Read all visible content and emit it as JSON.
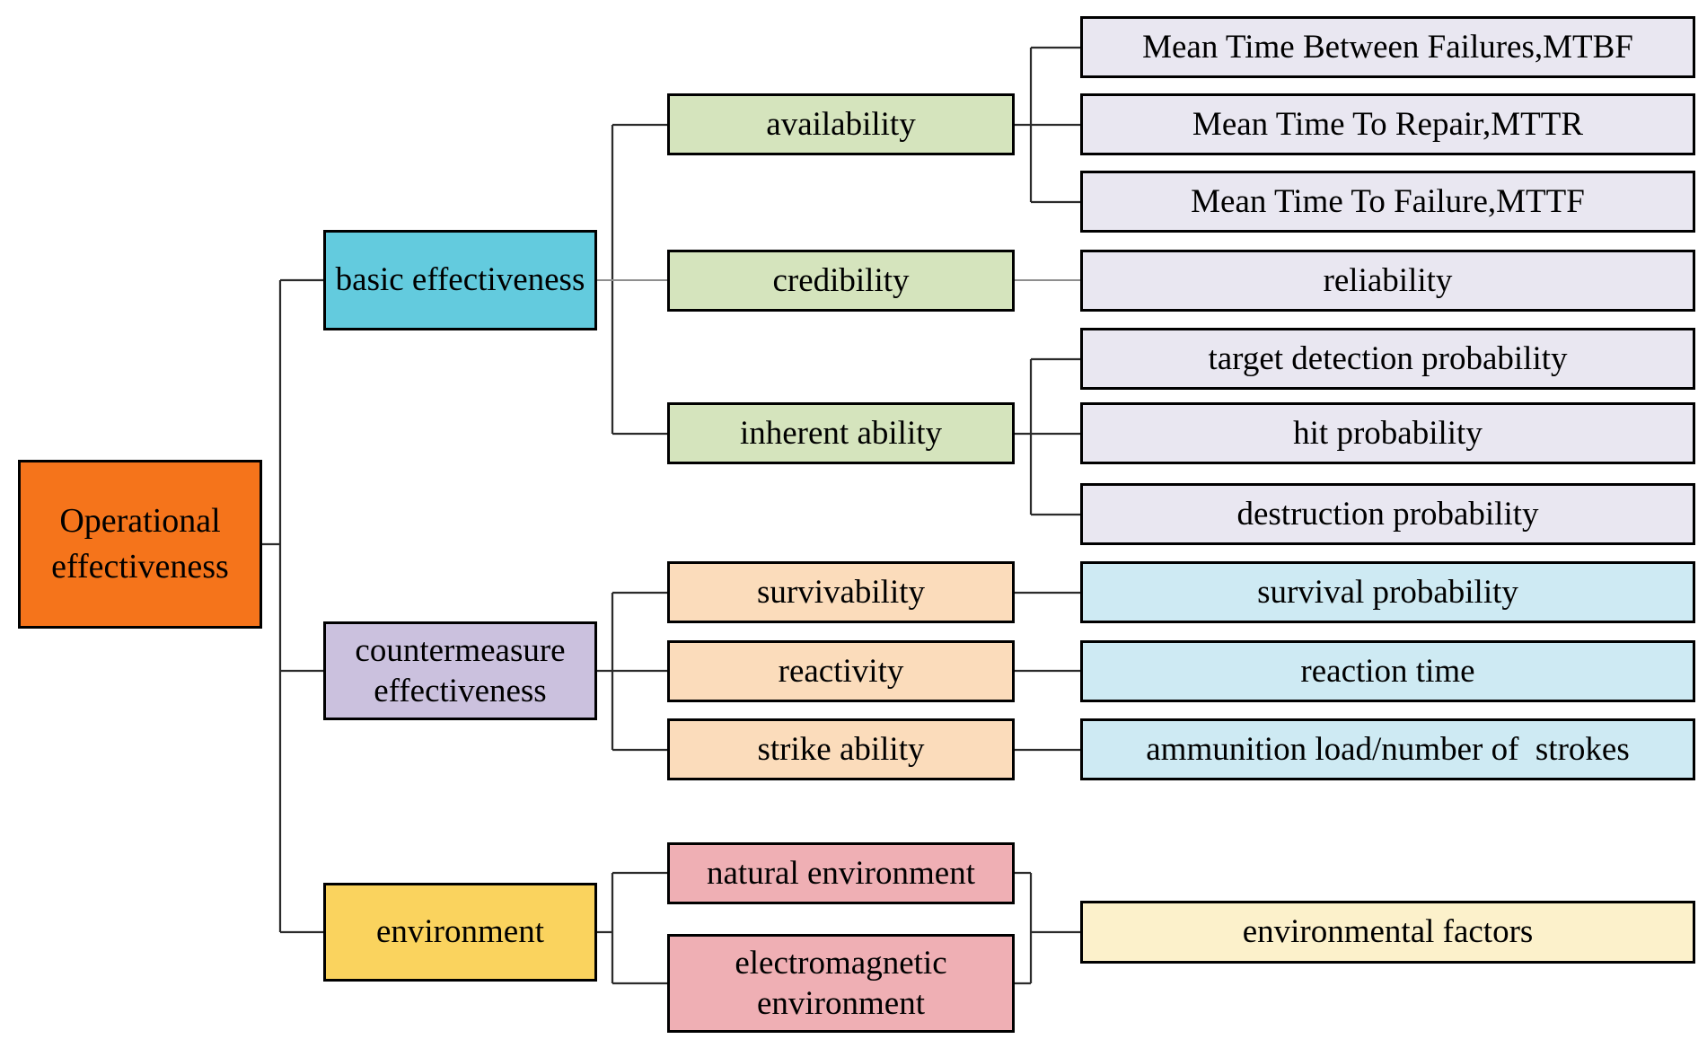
{
  "nodes": {
    "root": {
      "label": "Operational effectiveness"
    },
    "basic_effectiveness": {
      "label": "basic effectiveness"
    },
    "countermeasure_effectiveness": {
      "label": "countermeasure effectiveness"
    },
    "environment": {
      "label": "environment"
    },
    "availability": {
      "label": "availability"
    },
    "credibility": {
      "label": "credibility"
    },
    "inherent_ability": {
      "label": "inherent ability"
    },
    "survivability": {
      "label": "survivability"
    },
    "reactivity": {
      "label": "reactivity"
    },
    "strike_ability": {
      "label": "strike ability"
    },
    "natural_environment": {
      "label": "natural environment"
    },
    "electromagnetic_environment": {
      "label": "electromagnetic environment"
    },
    "mtbf": {
      "label": "Mean Time Between Failures,MTBF"
    },
    "mttr": {
      "label": "Mean Time To Repair,MTTR"
    },
    "mttf": {
      "label": "Mean Time To Failure,MTTF"
    },
    "reliability": {
      "label": "reliability"
    },
    "target_detection_probability": {
      "label": "target detection probability"
    },
    "hit_probability": {
      "label": "hit probability"
    },
    "destruction_probability": {
      "label": "destruction probability"
    },
    "survival_probability": {
      "label": "survival probability"
    },
    "reaction_time": {
      "label": "reaction time"
    },
    "ammunition_load": {
      "label": "ammunition load/number of  strokes"
    },
    "environmental_factors": {
      "label": "environmental factors"
    }
  },
  "hierarchy": {
    "edges": [
      [
        "root",
        "basic_effectiveness"
      ],
      [
        "root",
        "countermeasure_effectiveness"
      ],
      [
        "root",
        "environment"
      ],
      [
        "basic_effectiveness",
        "availability"
      ],
      [
        "basic_effectiveness",
        "credibility"
      ],
      [
        "basic_effectiveness",
        "inherent_ability"
      ],
      [
        "availability",
        "mtbf"
      ],
      [
        "availability",
        "mttr"
      ],
      [
        "availability",
        "mttf"
      ],
      [
        "credibility",
        "reliability"
      ],
      [
        "inherent_ability",
        "target_detection_probability"
      ],
      [
        "inherent_ability",
        "hit_probability"
      ],
      [
        "inherent_ability",
        "destruction_probability"
      ],
      [
        "countermeasure_effectiveness",
        "survivability"
      ],
      [
        "countermeasure_effectiveness",
        "reactivity"
      ],
      [
        "countermeasure_effectiveness",
        "strike_ability"
      ],
      [
        "survivability",
        "survival_probability"
      ],
      [
        "reactivity",
        "reaction_time"
      ],
      [
        "strike_ability",
        "ammunition_load"
      ],
      [
        "environment",
        "natural_environment"
      ],
      [
        "environment",
        "electromagnetic_environment"
      ],
      [
        "natural_environment",
        "environmental_factors"
      ],
      [
        "electromagnetic_environment",
        "environmental_factors"
      ]
    ]
  },
  "colors": {
    "orange": "#F5741B",
    "cyan": "#63CBDE",
    "lavender": "#CBC1DE",
    "yellow": "#FAD35E",
    "green": "#D5E4BD",
    "leafgray": "#E9E7F1",
    "peach": "#FBDCBB",
    "lightblue": "#CEEAF3",
    "pink": "#EFAFB4",
    "cream": "#FCF1CB",
    "line-dark": "#2B2B2B",
    "line-gray": "#8E8E8E"
  }
}
